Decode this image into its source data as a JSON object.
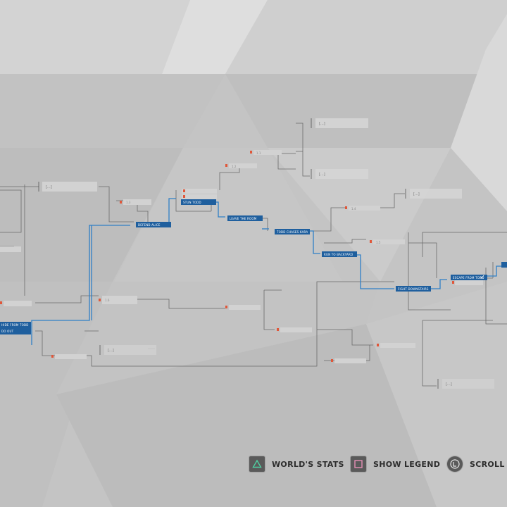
{
  "colors": {
    "background": "#c9c9c9",
    "path_active": "#2f7fc6",
    "node_active": "#1f5f9e",
    "line": "#6a6a6a",
    "lock": "#e0573a"
  },
  "flowchart": {
    "completed_nodes": [
      {
        "id": "n_hide",
        "label": "HIDE FROM TODD",
        "partial": true
      },
      {
        "id": "n_out",
        "label": "DO OUT",
        "partial": true
      },
      {
        "id": "n_defend",
        "label": "DEFEND ALICE"
      },
      {
        "id": "n_stun",
        "label": "STUN TODD"
      },
      {
        "id": "n_leave",
        "label": "LEAVE THE ROOM"
      },
      {
        "id": "n_todd",
        "label": "TODD CHASES KARA"
      },
      {
        "id": "n_run",
        "label": "RUN TO BACKYARD"
      },
      {
        "id": "n_fight",
        "label": "FIGHT DOWNSTAIRS"
      },
      {
        "id": "n_escape",
        "label": "ESCAPE FROM TODD"
      },
      {
        "id": "n_right",
        "label": "",
        "partial": true
      }
    ],
    "unknown_label": "[...]",
    "locked_codes": [
      "1.1",
      "1.2",
      "1.3",
      "1.4",
      "1.5",
      "1.6"
    ]
  },
  "button_prompts": [
    {
      "id": "worlds_stats",
      "icon": "triangle-icon",
      "label": "WORLD'S STATS"
    },
    {
      "id": "show_legend",
      "icon": "square-icon",
      "label": "SHOW LEGEND"
    },
    {
      "id": "scroll",
      "icon": "left-stick-icon",
      "label": "SCROLL"
    }
  ]
}
